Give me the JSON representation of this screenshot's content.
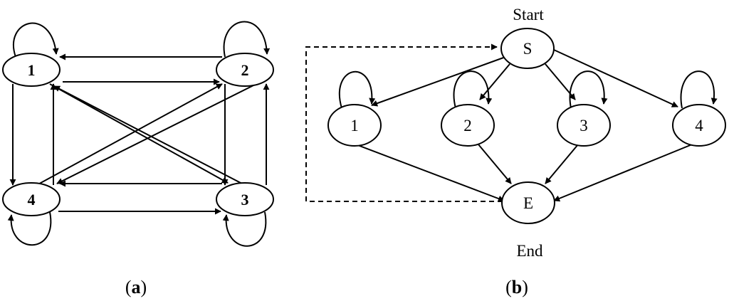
{
  "diagram_a": {
    "nodes": [
      {
        "id": "n1",
        "label": "1"
      },
      {
        "id": "n2",
        "label": "2"
      },
      {
        "id": "n3",
        "label": "3"
      },
      {
        "id": "n4",
        "label": "4"
      }
    ],
    "caption": {
      "open": "(",
      "letter": "a",
      "close": ")"
    }
  },
  "diagram_b": {
    "nodes": [
      {
        "id": "S",
        "label": "S"
      },
      {
        "id": "b1",
        "label": "1"
      },
      {
        "id": "b2",
        "label": "2"
      },
      {
        "id": "b3",
        "label": "3"
      },
      {
        "id": "b4",
        "label": "4"
      },
      {
        "id": "E",
        "label": "E"
      }
    ],
    "start_label": "Start",
    "end_label": "End",
    "caption": {
      "open": "(",
      "letter": "b",
      "close": ")"
    }
  }
}
